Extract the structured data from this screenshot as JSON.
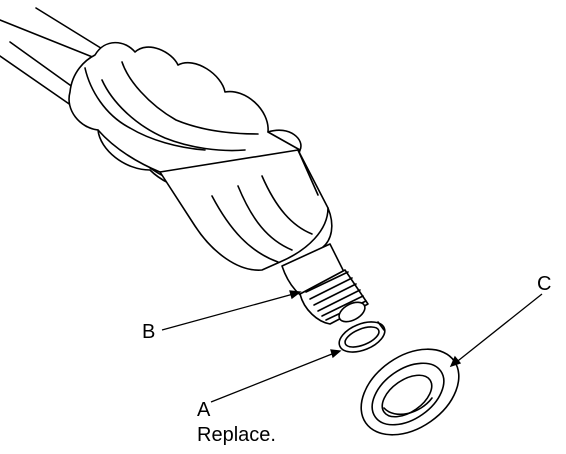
{
  "callouts": {
    "a": {
      "letter": "A",
      "note": "Replace."
    },
    "b": {
      "letter": "B"
    },
    "c": {
      "letter": "C"
    }
  },
  "colors": {
    "stroke": "#000000",
    "fill": "#ffffff"
  }
}
